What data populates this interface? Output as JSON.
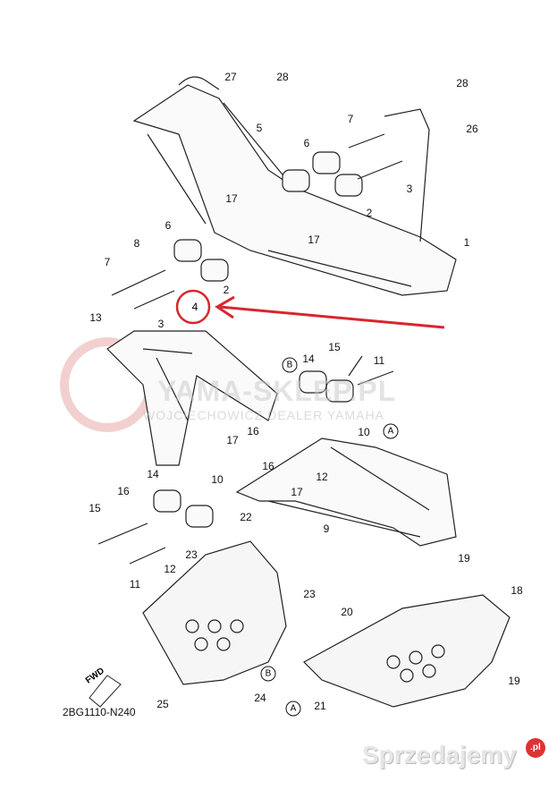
{
  "diagram": {
    "title_code": "2BG1110-N240",
    "fwd_label": "FWD",
    "highlighted_part": "4",
    "highlight_color": "#d8262e",
    "callouts": {
      "c27": "27",
      "c28a": "28",
      "c28b": "28",
      "c26": "26",
      "c5": "5",
      "c7a": "7",
      "c6a": "6",
      "c3a": "3",
      "c2a": "2",
      "c17a": "17",
      "c17b": "17",
      "c1": "1",
      "c6b": "6",
      "c8": "8",
      "c7b": "7",
      "c2b": "2",
      "c3b": "3",
      "c13": "13",
      "c15a": "15",
      "c14a": "14",
      "c11a": "11",
      "c10a": "10",
      "c17c": "17",
      "c16a": "16",
      "c16b": "16",
      "c12a": "12",
      "c17d": "17",
      "c14b": "14",
      "c10b": "10",
      "c16c": "16",
      "c15b": "15",
      "c9": "9",
      "c22": "22",
      "c23a": "23",
      "c12b": "12",
      "c11b": "11",
      "c19a": "19",
      "c18": "18",
      "c23b": "23",
      "c20": "20",
      "c19b": "19",
      "c25": "25",
      "c24": "24",
      "c21": "21"
    },
    "refs": {
      "b1": "B",
      "a1": "A",
      "b2": "B",
      "a2": "A"
    }
  },
  "watermarks": {
    "shop": "YAMA-SKLEP.PL",
    "dealer": "WOJCIECHOWICZ DEALER YAMAHA",
    "site": "Sprzedajemy",
    "site_suffix": ".pl"
  }
}
